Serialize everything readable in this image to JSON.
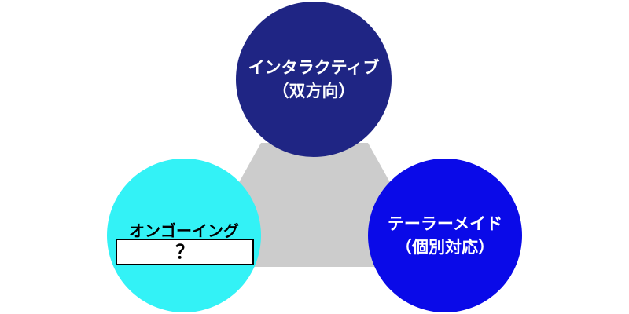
{
  "diagram": {
    "colors": {
      "triangle": "#cccccc",
      "top_circle": "#1f2584",
      "right_circle": "#0a0ae8",
      "left_circle": "#33f2f6",
      "box_border": "#000000"
    },
    "top": {
      "line1": "インタラクティブ",
      "line2": "（双方向）"
    },
    "right": {
      "line1": "テーラーメイド",
      "line2": "（個別対応）"
    },
    "left": {
      "title": "オンゴーイング",
      "box_text": "？"
    }
  }
}
